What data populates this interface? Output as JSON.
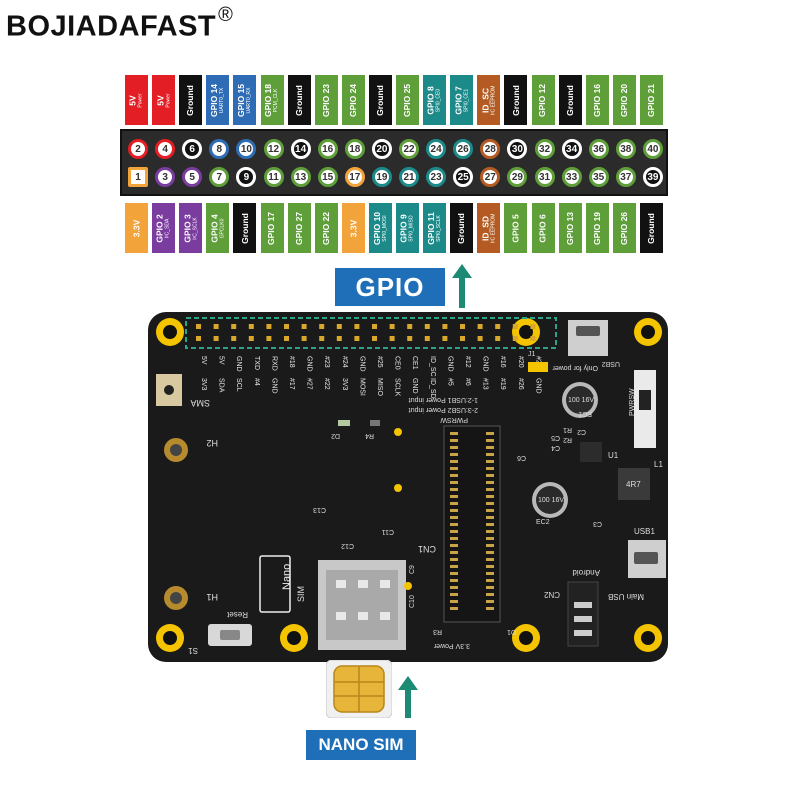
{
  "brand": {
    "name": "BOJIADAFAST",
    "mark": "®"
  },
  "colors": {
    "power5v": "#e31e24",
    "ground": "#111111",
    "uart": "#2e6db5",
    "gpio": "#5f9f3a",
    "spi": "#1d8a8a",
    "eeprom": "#b35b22",
    "power33": "#f2a33a",
    "i2c": "#7a3c9e",
    "callout": "#1f6fb8",
    "pcb": "#1a1a1a",
    "hole": "#f5c400"
  },
  "top_labels": [
    {
      "name": "5V",
      "sub": "Power",
      "type": "power5v"
    },
    {
      "name": "5V",
      "sub": "Power",
      "type": "power5v"
    },
    {
      "name": "Ground",
      "sub": "",
      "type": "ground"
    },
    {
      "name": "GPIO 14",
      "sub": "UART0_TX",
      "type": "uart"
    },
    {
      "name": "GPIO 15",
      "sub": "UART0_RX",
      "type": "uart"
    },
    {
      "name": "GPIO 18",
      "sub": "PCM_CLK",
      "type": "gpio"
    },
    {
      "name": "Ground",
      "sub": "",
      "type": "ground"
    },
    {
      "name": "GPIO 23",
      "sub": "",
      "type": "gpio"
    },
    {
      "name": "GPIO 24",
      "sub": "",
      "type": "gpio"
    },
    {
      "name": "Ground",
      "sub": "",
      "type": "ground"
    },
    {
      "name": "GPIO 25",
      "sub": "",
      "type": "gpio"
    },
    {
      "name": "GPIO 8",
      "sub": "SPI0_CE0",
      "type": "spi"
    },
    {
      "name": "GPIO 7",
      "sub": "SPI0_CE1",
      "type": "spi"
    },
    {
      "name": "ID_SC",
      "sub": "I²C EEPROM",
      "type": "eeprom"
    },
    {
      "name": "Ground",
      "sub": "",
      "type": "ground"
    },
    {
      "name": "GPIO 12",
      "sub": "",
      "type": "gpio"
    },
    {
      "name": "Ground",
      "sub": "",
      "type": "ground"
    },
    {
      "name": "GPIO 16",
      "sub": "",
      "type": "gpio"
    },
    {
      "name": "GPIO 20",
      "sub": "",
      "type": "gpio"
    },
    {
      "name": "GPIO 21",
      "sub": "",
      "type": "gpio"
    }
  ],
  "bottom_labels": [
    {
      "name": "3.3V",
      "sub": "",
      "type": "power33"
    },
    {
      "name": "GPIO 2",
      "sub": "I²C_SDA",
      "type": "i2c"
    },
    {
      "name": "GPIO 3",
      "sub": "I²C_SCLK",
      "type": "i2c"
    },
    {
      "name": "GPIO 4",
      "sub": "GPCLK0",
      "type": "gpio"
    },
    {
      "name": "Ground",
      "sub": "",
      "type": "ground"
    },
    {
      "name": "GPIO 17",
      "sub": "",
      "type": "gpio"
    },
    {
      "name": "GPIO 27",
      "sub": "",
      "type": "gpio"
    },
    {
      "name": "GPIO 22",
      "sub": "",
      "type": "gpio"
    },
    {
      "name": "3.3V",
      "sub": "",
      "type": "power33"
    },
    {
      "name": "GPIO 10",
      "sub": "SPI0_MOSI",
      "type": "spi"
    },
    {
      "name": "GPIO 9",
      "sub": "SPI0_MISO",
      "type": "spi"
    },
    {
      "name": "GPIO 11",
      "sub": "SPI0_SCLK",
      "type": "spi"
    },
    {
      "name": "Ground",
      "sub": "",
      "type": "ground"
    },
    {
      "name": "ID_SD",
      "sub": "I²C EEPROM",
      "type": "eeprom"
    },
    {
      "name": "GPIO 5",
      "sub": "",
      "type": "gpio"
    },
    {
      "name": "GPIO 6",
      "sub": "",
      "type": "gpio"
    },
    {
      "name": "GPIO 13",
      "sub": "",
      "type": "gpio"
    },
    {
      "name": "GPIO 19",
      "sub": "",
      "type": "gpio"
    },
    {
      "name": "GPIO 26",
      "sub": "",
      "type": "gpio"
    },
    {
      "name": "Ground",
      "sub": "",
      "type": "ground"
    }
  ],
  "pins_top": [
    "2",
    "4",
    "6",
    "8",
    "10",
    "12",
    "14",
    "16",
    "18",
    "20",
    "22",
    "24",
    "26",
    "28",
    "30",
    "32",
    "34",
    "36",
    "38",
    "40"
  ],
  "pins_bottom": [
    "1",
    "3",
    "5",
    "7",
    "9",
    "11",
    "13",
    "15",
    "17",
    "19",
    "21",
    "23",
    "25",
    "27",
    "29",
    "31",
    "33",
    "35",
    "37",
    "39"
  ],
  "callouts": {
    "gpio": "GPIO",
    "sim": "NANO SIM"
  },
  "board": {
    "header_silk": [
      "5V",
      "5V",
      "GND",
      "TXD",
      "RXD",
      "#18",
      "GND",
      "#23",
      "#24",
      "GND",
      "#25",
      "CE0",
      "CE1",
      "ID_SC",
      "GND",
      "#12",
      "GND",
      "#16",
      "#20",
      "#21"
    ],
    "header_silk_bottom": [
      "3V3",
      "SDA",
      "SCL",
      "#4",
      "GND",
      "#17",
      "#27",
      "#22",
      "3V3",
      "MOSI",
      "MISO",
      "SCLK",
      "GND",
      "ID_SD",
      "#5",
      "#6",
      "#13",
      "#19",
      "#26",
      "GND"
    ],
    "labels": {
      "sma": "SMA",
      "h2": "H2",
      "h1": "H1",
      "reset": "Reset",
      "s1": "S1",
      "sim": "SIM",
      "nano": "Nano",
      "cn1": "CN1",
      "cn2": "CN2",
      "android": "Android",
      "main_usb": "Main USB",
      "usb1": "USB1",
      "usb2": "USB2",
      "only_power": "Only for power",
      "pwrsw": "PWRSW",
      "power_input_1": "1-2:USB1 Power input",
      "power_input_2": "2-3:USB2 Power input",
      "j1": "J1",
      "pwr": "PWRSW",
      "d1": "D1",
      "d2": "D2",
      "r3": "R3",
      "r4": "R4",
      "c13": "C13",
      "c12": "C12",
      "c11": "C11",
      "c10": "C10",
      "c9": "C9",
      "c6": "C6",
      "c5": "C5",
      "c4": "C4",
      "c3": "C3",
      "c2": "C2",
      "r1": "R1",
      "r2": "R2",
      "l1": "L1",
      "ec1": "EC1",
      "ec2": "EC2",
      "u1": "U1",
      "cap_val": "100 16V",
      "cap_val2": "100 16V",
      "inductor": "4R7",
      "power_led": "3.3V Power"
    }
  }
}
